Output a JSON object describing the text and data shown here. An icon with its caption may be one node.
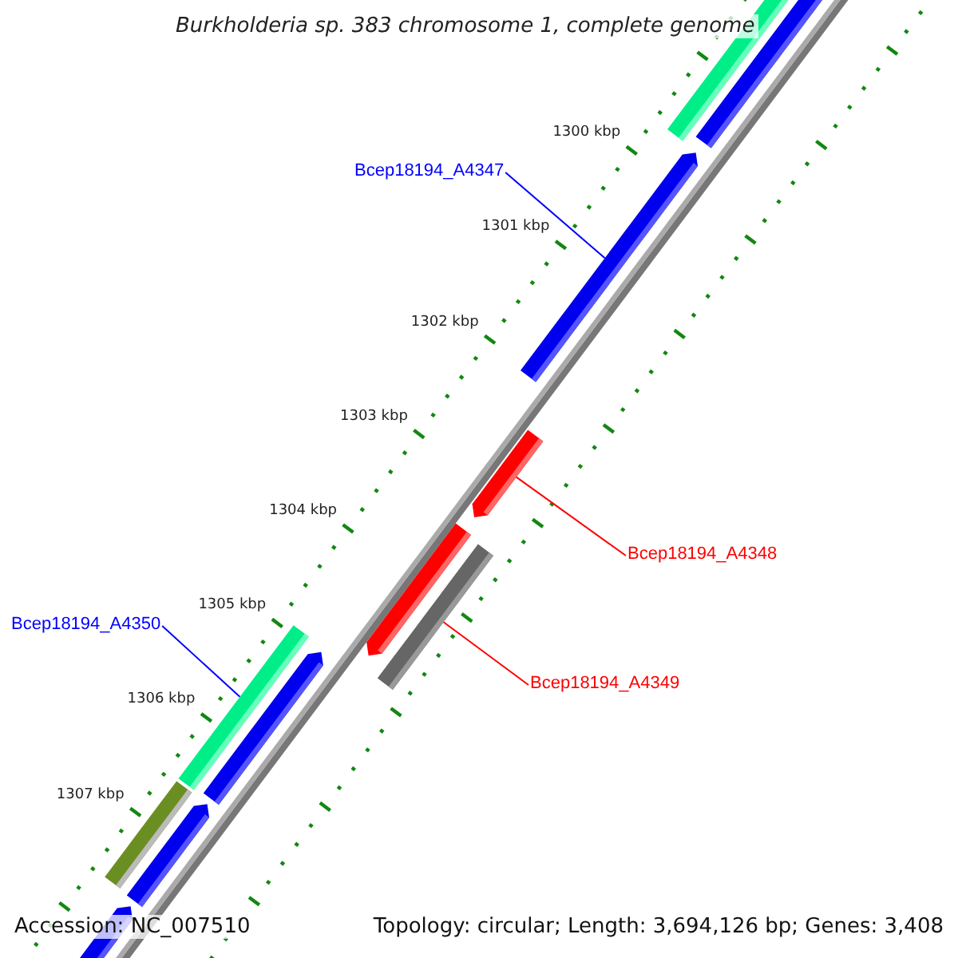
{
  "diagram": {
    "title": "Burkholderia sp. 383 chromosome 1, complete genome",
    "nodes": [
      {
        "text": [
          "Bcep18194_A4347"
        ]
      },
      {
        "text": [],
        "shape": "bar"
      },
      {
        "text": [
          "Bcep18194_A4348"
        ]
      },
      {
        "text": [],
        "shape": "bar"
      },
      {
        "text": [
          "Bcep18194_A4350"
        ]
      },
      {
        "text": [],
        "shape": "bar"
      },
      {
        "text": [
          "Bcep18194_A4349"
        ]
      },
      {
        "text": [],
        "shape": "bar"
      }
    ],
    "edges": [
      {
        "from": 0,
        "to": 1,
        "arrow": "none",
        "color": "#0000ff"
      },
      {
        "from": 2,
        "to": 3,
        "arrow": "none",
        "color": "#ff0000"
      },
      {
        "from": 4,
        "to": 5,
        "arrow": "none",
        "color": "#0000ff"
      },
      {
        "from": 6,
        "to": 7,
        "arrow": "none",
        "color": "#ff0000"
      }
    ],
    "labels": [
      "1300 kbp",
      "1301 kbp",
      "1302 kbp",
      "1303 kbp",
      "1304 kbp",
      "1305 kbp",
      "1306 kbp",
      "1307 kbp",
      "Accession: NC_007510",
      "Topology: circular; Length: 3,694,126 bp; Genes: 3,408"
    ]
  }
}
